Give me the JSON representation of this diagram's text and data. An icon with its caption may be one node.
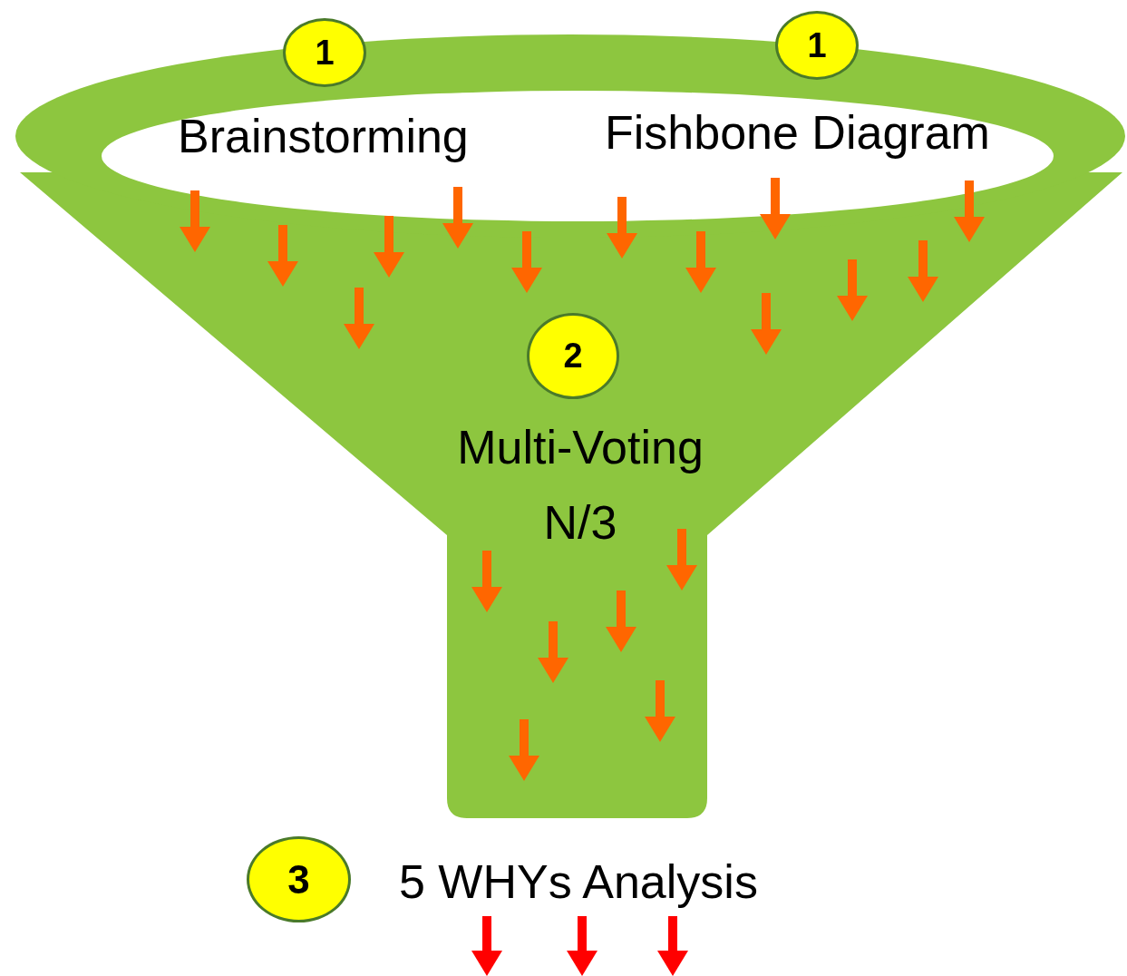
{
  "diagram": {
    "nodes": [
      {
        "text": [
          "1"
        ],
        "beside": [
          "Brainstorming"
        ]
      },
      {
        "text": [
          "1"
        ],
        "beside": [
          "Fishbone Diagram"
        ]
      },
      {
        "text": [
          "2"
        ],
        "beside": [
          "Multi-Voting N/3"
        ]
      },
      {
        "text": [
          "3"
        ],
        "beside": [
          "5 WHYs Analysis"
        ]
      }
    ]
  }
}
